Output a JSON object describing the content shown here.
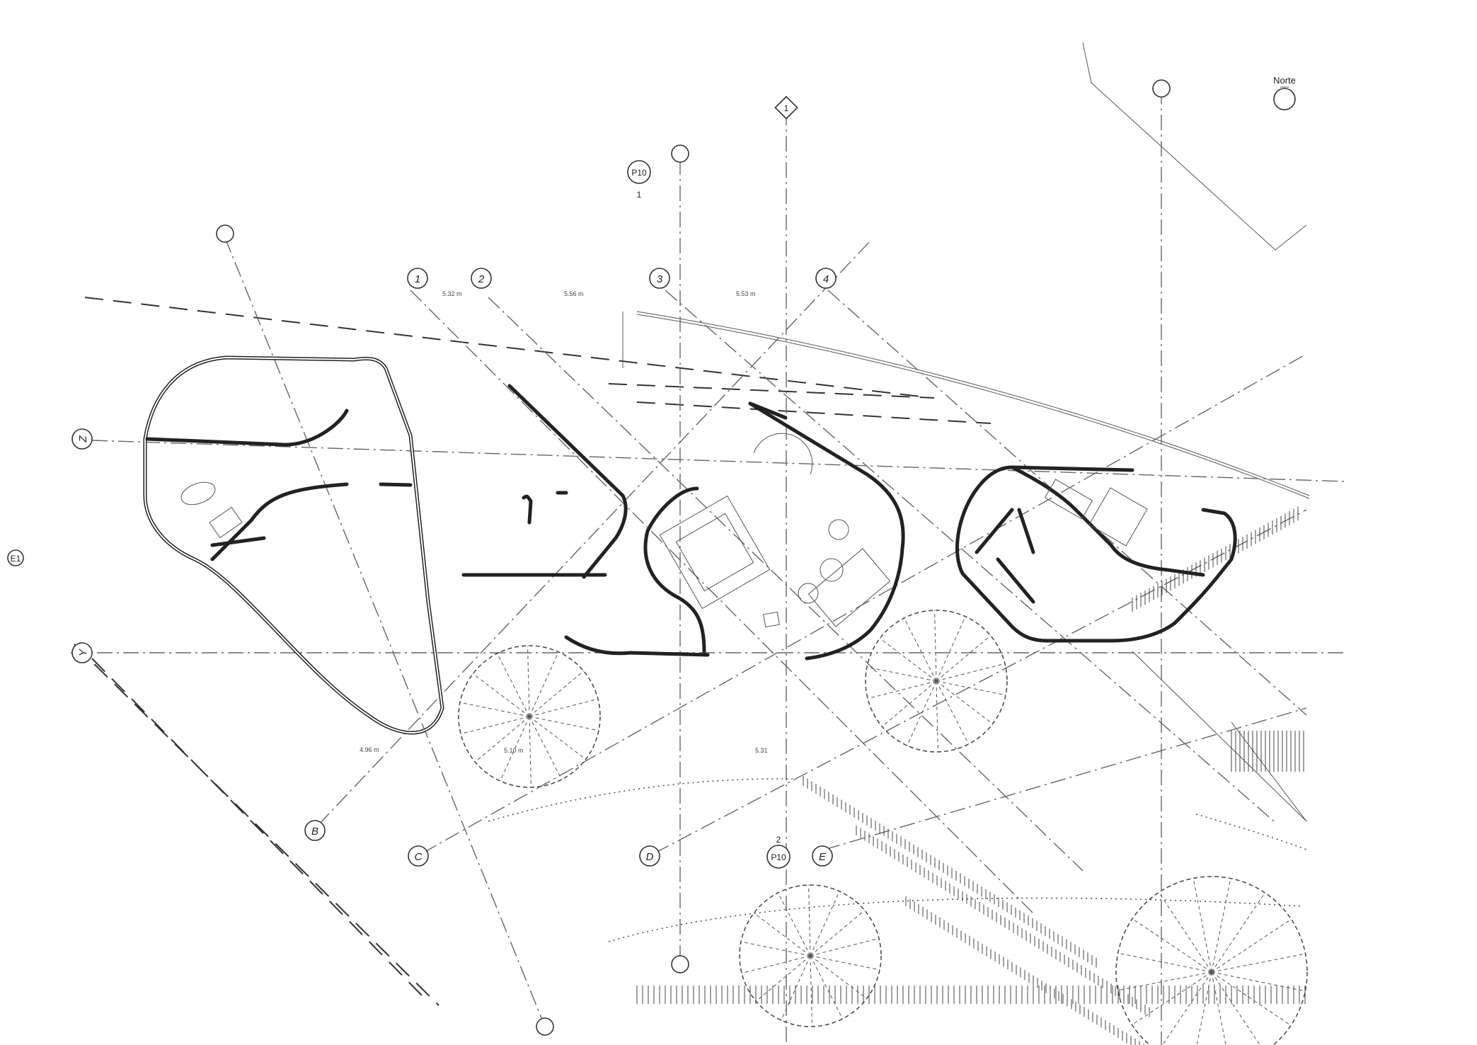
{
  "north_label": "Norte",
  "section_marks": [
    {
      "id": "sec-top",
      "label": "P10",
      "num": "1"
    },
    {
      "id": "sec-bottom",
      "label": "P10",
      "num": "2"
    }
  ],
  "grid_numbers": [
    "1",
    "2",
    "3",
    "4"
  ],
  "grid_letters": [
    "B",
    "C",
    "D",
    "E"
  ],
  "grid_side": [
    "Z",
    "Y"
  ],
  "elevation_mark": "E1",
  "elevation_tags": [
    "1"
  ],
  "dimensions": [
    "5.32 m",
    "5.56 m",
    "5.53 m",
    "4.96 m",
    "5.10 m",
    "5.31"
  ]
}
